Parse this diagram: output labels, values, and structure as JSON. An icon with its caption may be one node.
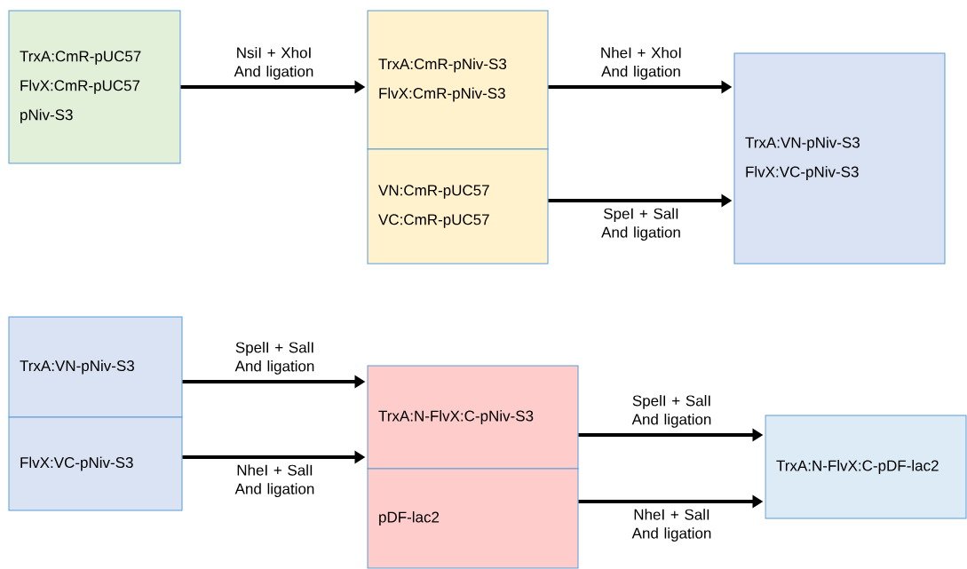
{
  "diagram": {
    "nodes": [
      {
        "text": [
          "TrxA:CmR-pUC57",
          "FlvX:CmR-pUC57",
          "pNiv-S3"
        ]
      },
      {
        "text": [
          "TrxA:CmR-pNiv-S3",
          "FlvX:CmR-pNiv-S3"
        ]
      },
      {
        "text": [
          "VN:CmR-pUC57",
          "VC:CmR-pUC57"
        ]
      },
      {
        "text": [
          "TrxA:VN-pNiv-S3",
          "FlvX:VC-pNiv-S3"
        ]
      },
      {
        "text": [
          "TrxA:VN-pNiv-S3"
        ]
      },
      {
        "text": [
          "FlvX:VC-pNiv-S3"
        ]
      },
      {
        "text": [
          "TrxA:N-FlvX:C-pNiv-S3"
        ]
      },
      {
        "text": [
          "pDF-lac2"
        ]
      },
      {
        "text": [
          "TrxA:N-FlvX:C-pDF-lac2"
        ]
      }
    ],
    "edges": [
      {
        "from": 0,
        "to": 1,
        "arrow": "to",
        "label": "NsiI + XhoI And ligation"
      },
      {
        "from": 1,
        "to": 3,
        "arrow": "to",
        "label": "NheI + XhoI And ligation"
      },
      {
        "from": 2,
        "to": 3,
        "arrow": "to",
        "label": "SpeI + SalI And ligation"
      },
      {
        "from": 4,
        "to": 6,
        "arrow": "to",
        "label": "SpelI + SalI And ligation"
      },
      {
        "from": 5,
        "to": 6,
        "arrow": "to",
        "label": "NheI + SalI And ligation"
      },
      {
        "from": 6,
        "to": 8,
        "arrow": "to",
        "label": "SpelI + SalI And ligation"
      },
      {
        "from": 7,
        "to": 8,
        "arrow": "to",
        "label": "NheI + SalI And ligation"
      }
    ]
  }
}
